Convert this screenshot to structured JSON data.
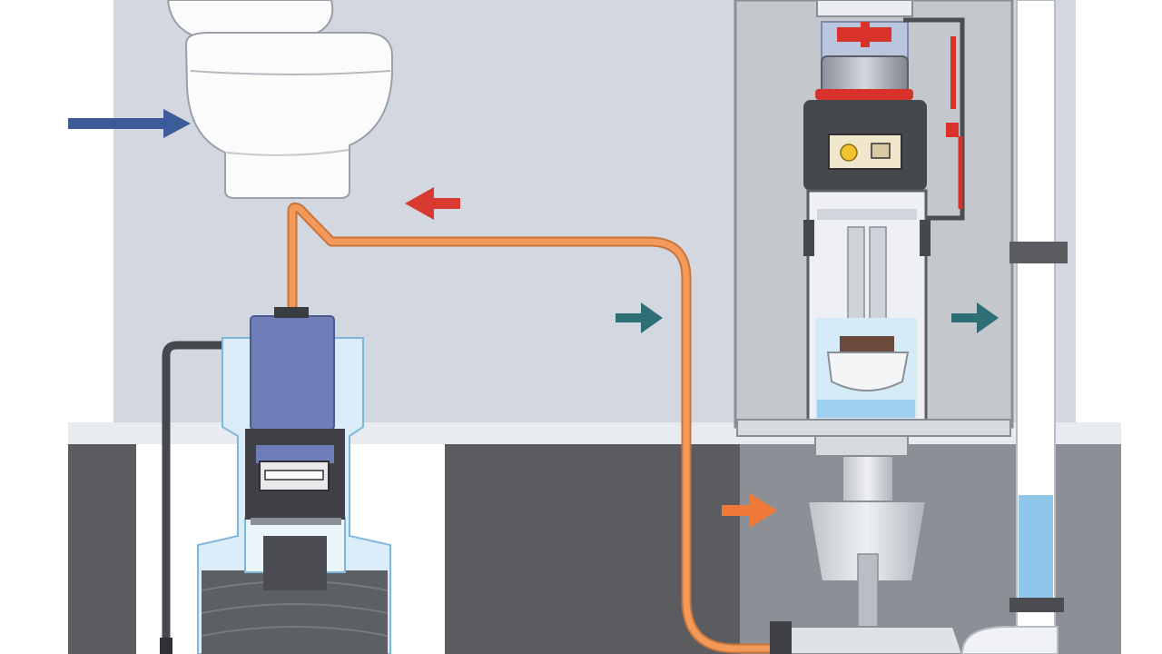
{
  "diagram": {
    "colors": {
      "background": "#ffffff",
      "wall": "#d3d8e0",
      "floor": "#5a5c60",
      "floor_strip": "#e8ecf1",
      "pump_body": "#6f7eb8",
      "pump_dark": "#4b4d52",
      "water": "#bfe0f4",
      "pipe_orange": "#f39a5a",
      "pipe_dark": "#44474c",
      "arrow_blue": "#3e5b99",
      "arrow_red": "#d93a30",
      "arrow_teal": "#2d6f74",
      "arrow_orange": "#ef7a37",
      "control_red": "#d9322a",
      "cabinet": "#c4c7cc",
      "stack_pipe": "#ffffff",
      "stack_water": "#8fc6ea"
    },
    "components": [
      "toilet",
      "ejector-pump",
      "suction-hose",
      "discharge-line",
      "macerator-unit",
      "vent-stack"
    ],
    "arrows": [
      {
        "name": "inflow-arrow",
        "direction": "right",
        "color": "arrow_blue"
      },
      {
        "name": "return-arrow",
        "direction": "left",
        "color": "arrow_red"
      },
      {
        "name": "flow-arrow-mid",
        "direction": "right",
        "color": "arrow_teal"
      },
      {
        "name": "flow-arrow-right",
        "direction": "right",
        "color": "arrow_teal"
      },
      {
        "name": "inlet-arrow",
        "direction": "right",
        "color": "arrow_orange"
      }
    ]
  }
}
